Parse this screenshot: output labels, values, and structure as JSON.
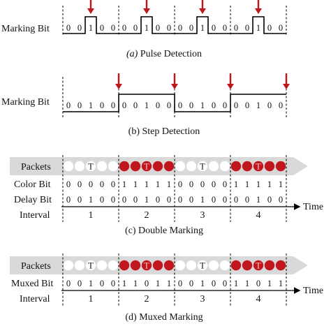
{
  "colors": {
    "red": "#c0161e",
    "band": "#d9d9d9",
    "white_dot": "#ffffff",
    "black": "#000000"
  },
  "pulse": {
    "row_label": "Marking Bit",
    "bits": [
      "0",
      "0",
      "1",
      "0",
      "0",
      "0",
      "0",
      "1",
      "0",
      "0",
      "0",
      "0",
      "1",
      "0",
      "0",
      "0",
      "0",
      "1",
      "0",
      "0"
    ],
    "caption_prefix": "(a)",
    "caption_text": "Pulse Detection"
  },
  "step": {
    "row_label": "Marking Bit",
    "bits": [
      "0",
      "0",
      "1",
      "0",
      "0",
      "0",
      "0",
      "1",
      "0",
      "0",
      "0",
      "0",
      "1",
      "0",
      "0",
      "0",
      "0",
      "1",
      "0",
      "0"
    ],
    "caption": "(b) Step Detection"
  },
  "double": {
    "packets_label": "Packets",
    "packet_symbols": [
      "T",
      "T",
      "T",
      "T"
    ],
    "color_label": "Color Bit",
    "color_bits": [
      "0",
      "0",
      "0",
      "0",
      "0",
      "1",
      "1",
      "1",
      "1",
      "1",
      "0",
      "0",
      "0",
      "0",
      "0",
      "1",
      "1",
      "1",
      "1",
      "1"
    ],
    "delay_label": "Delay Bit",
    "delay_bits": [
      "0",
      "0",
      "1",
      "0",
      "0",
      "0",
      "0",
      "1",
      "0",
      "0",
      "0",
      "0",
      "1",
      "0",
      "0",
      "0",
      "0",
      "1",
      "0",
      "0"
    ],
    "time_label": "Time",
    "interval_label": "Interval",
    "intervals": [
      "1",
      "2",
      "3",
      "4"
    ],
    "caption": "(c) Double Marking"
  },
  "muxed": {
    "packets_label": "Packets",
    "packet_symbols": [
      "T",
      "T",
      "T",
      "T"
    ],
    "muxed_label": "Muxed Bit",
    "muxed_bits": [
      "0",
      "0",
      "1",
      "0",
      "0",
      "1",
      "1",
      "0",
      "1",
      "1",
      "0",
      "0",
      "1",
      "0",
      "0",
      "1",
      "1",
      "0",
      "1",
      "1"
    ],
    "time_label": "Time",
    "interval_label": "Interval",
    "intervals": [
      "1",
      "2",
      "3",
      "4"
    ],
    "caption": "(d) Muxed Marking"
  }
}
